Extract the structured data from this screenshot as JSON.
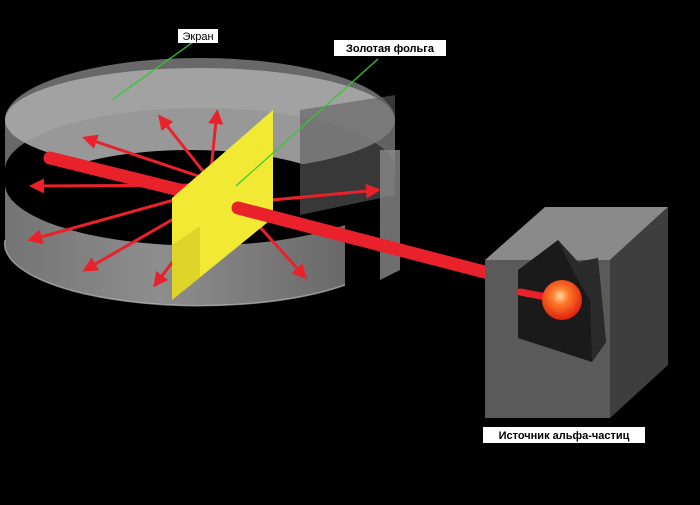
{
  "labels": {
    "screen": "Экран",
    "gold_foil": "Золотая фольга",
    "source": "Источник альфа-частиц"
  },
  "colors": {
    "background": "#000000",
    "beam": "#e8212b",
    "arrow": "#e8212b",
    "foil": "#f2e935",
    "pointer": "#2ecc2e",
    "screen_fill": "#c8c8c8",
    "box_front": "#5a5a5a",
    "box_top": "#8a8a8a",
    "box_side": "#3e3e3e",
    "glow_core": "#ff3b10",
    "label_bg": "#ffffff",
    "label_text": "#000000"
  }
}
